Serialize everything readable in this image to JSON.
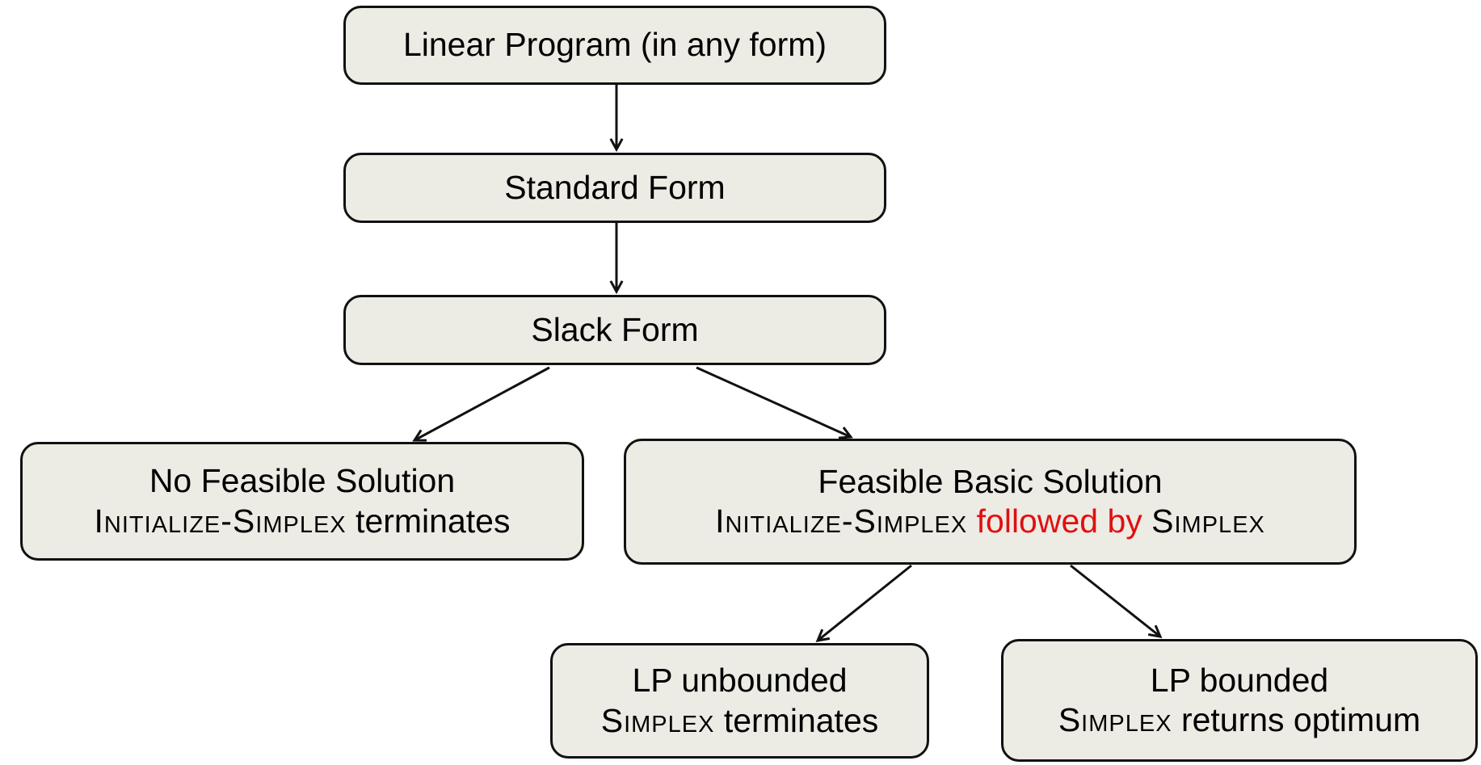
{
  "diagram": {
    "nodes": {
      "linear_program": {
        "line1": "Linear Program (in any form)"
      },
      "standard_form": {
        "line1": "Standard Form"
      },
      "slack_form": {
        "line1": "Slack Form"
      },
      "no_feasible": {
        "line1": "No Feasible Solution",
        "line2_sc1": "Initialize-Simplex",
        "line2_rest": " terminates"
      },
      "feasible_basic": {
        "line1": "Feasible Basic Solution",
        "line2_sc1": "Initialize-Simplex",
        "line2_highlight": " followed by ",
        "line2_sc2": "Simplex"
      },
      "lp_unbounded": {
        "line1": "LP unbounded",
        "line2_sc1": "Simplex",
        "line2_rest": " terminates"
      },
      "lp_bounded": {
        "line1": "LP bounded",
        "line2_sc1": "Simplex",
        "line2_rest": " returns optimum"
      }
    },
    "colors": {
      "node_fill": "#ecebe4",
      "node_border": "#111111",
      "highlight": "#e01010"
    },
    "edges": [
      {
        "from": "linear_program",
        "to": "standard_form"
      },
      {
        "from": "standard_form",
        "to": "slack_form"
      },
      {
        "from": "slack_form",
        "to": "no_feasible"
      },
      {
        "from": "slack_form",
        "to": "feasible_basic"
      },
      {
        "from": "feasible_basic",
        "to": "lp_unbounded"
      },
      {
        "from": "feasible_basic",
        "to": "lp_bounded"
      }
    ]
  }
}
